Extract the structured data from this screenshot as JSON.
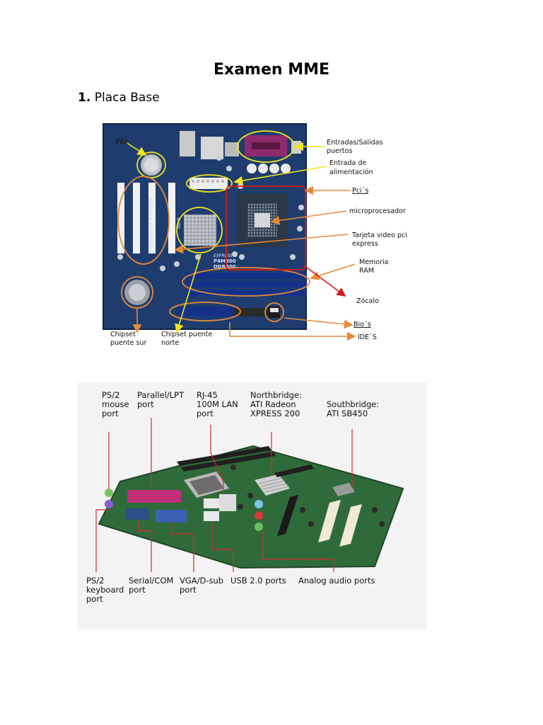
{
  "document": {
    "title": "Examen MME",
    "section_number": "1.",
    "section_title": "Placa Base"
  },
  "figure1": {
    "labels": {
      "pila": "Pila",
      "io_line1": "Entradas/Salidas",
      "io_line2": "puertos",
      "power_line1": "Entrada de",
      "power_line2": "alimentación",
      "pcis": "Pci´s",
      "cpu": "microprocesador",
      "video_line1": "Tarjeta video pci",
      "video_line2": "express",
      "ram_line1": "Memoria",
      "ram_line2": "RAM",
      "zocalo": "Zócalo",
      "bios": "Bio´s",
      "ides": "IDE´S",
      "sur_line1": "Chipset",
      "sur_line2": "puente sur",
      "norte_line1": "Chipset puente",
      "norte_line2": "norte"
    },
    "board_print": {
      "brand": "ASRock P4VM800",
      "express": "EXPRESS",
      "model": "P4M800",
      "ddr": "DDR400",
      "rohs": "RoHS"
    },
    "colors": {
      "yellow": "#f0e61e",
      "orange": "#e8893a",
      "red": "#d9191b",
      "board": "#1e3d6e"
    }
  },
  "figure2": {
    "labels": {
      "ps2_mouse_1": "PS/2",
      "ps2_mouse_2": "mouse",
      "ps2_mouse_3": "port",
      "parallel_1": "Parallel/LPT",
      "parallel_2": "port",
      "rj45_1": "RJ-45",
      "rj45_2": "100M LAN",
      "rj45_3": "port",
      "north_1": "Northbridge:",
      "north_2": "ATI Radeon",
      "north_3": "XPRESS 200",
      "south_1": "Southbridge:",
      "south_2": "ATI SB450",
      "ps2_kb_1": "PS/2",
      "ps2_kb_2": "keyboard",
      "ps2_kb_3": "port",
      "serial_1": "Serial/COM",
      "serial_2": "port",
      "vga_1": "VGA/D-sub",
      "vga_2": "port",
      "usb": "USB 2.0 ports",
      "audio": "Analog audio ports"
    },
    "colors": {
      "leader": "#d42a2a",
      "board": "#2f6b3a",
      "background": "#f3f3f3"
    }
  }
}
